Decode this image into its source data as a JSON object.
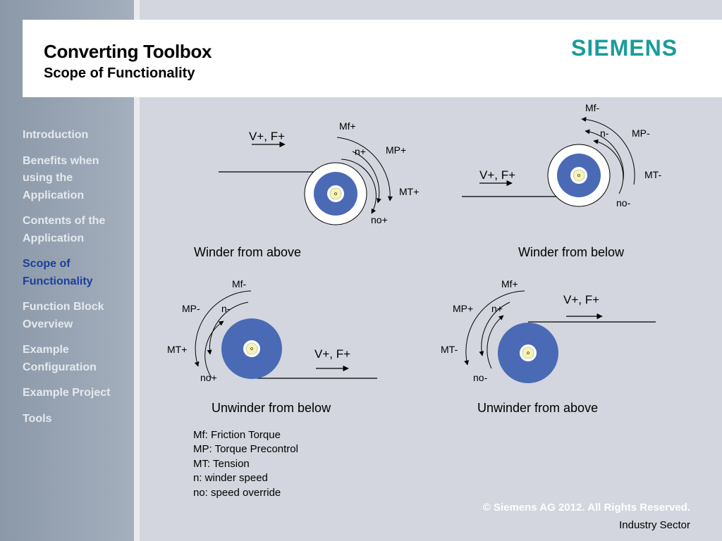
{
  "header": {
    "title": "Converting Toolbox",
    "subtitle": "Scope of Functionality",
    "logo": "SIEMENS"
  },
  "nav": {
    "items": [
      {
        "label_lines": [
          "Introduction"
        ],
        "active": false
      },
      {
        "label_lines": [
          "Benefits when",
          "using the",
          "Application"
        ],
        "active": false
      },
      {
        "label_lines": [
          "Contents of the",
          "Application"
        ],
        "active": false
      },
      {
        "label_lines": [
          "Scope of",
          "Functionality"
        ],
        "active": true
      },
      {
        "label_lines": [
          "Function Block",
          "Overview"
        ],
        "active": false
      },
      {
        "label_lines": [
          "Example",
          "Configuration"
        ],
        "active": false
      },
      {
        "label_lines": [
          "Example Project"
        ],
        "active": false
      },
      {
        "label_lines": [
          "Tools"
        ],
        "active": false
      }
    ]
  },
  "diagrams": {
    "winder_above": {
      "caption": "Winder from above",
      "velocity": "V+, F+",
      "mf": "Mf+",
      "n": "n+",
      "mp": "MP+",
      "mt": "MT+",
      "no": "no+"
    },
    "winder_below": {
      "caption": "Winder from below",
      "velocity": "V+, F+",
      "mf": "Mf-",
      "n": "n-",
      "mp": "MP-",
      "mt": "MT-",
      "no": "no-"
    },
    "unwinder_below": {
      "caption": "Unwinder from below",
      "velocity": "V+, F+",
      "mf": "Mf-",
      "n": "n-",
      "mp": "MP-",
      "mt": "MT+",
      "no": "no+"
    },
    "unwinder_above": {
      "caption": "Unwinder from above",
      "velocity": "V+, F+",
      "mf": "Mf+",
      "n": "n+",
      "mp": "MP+",
      "mt": "MT-",
      "no": "no-"
    }
  },
  "legend": {
    "lines": [
      "Mf: Friction Torque",
      "MP: Torque Precontrol",
      "MT: Tension",
      "n: winder speed",
      "no: speed override"
    ]
  },
  "footer": {
    "copyright": "© Siemens AG 2012. All Rights Reserved.",
    "sector": "Industry Sector"
  },
  "colors": {
    "accent_teal": "#1a9b9b",
    "nav_active": "#1c3f9e",
    "roll_blue": "#4a6ab6",
    "core_yellow": "#f6f4b4"
  }
}
